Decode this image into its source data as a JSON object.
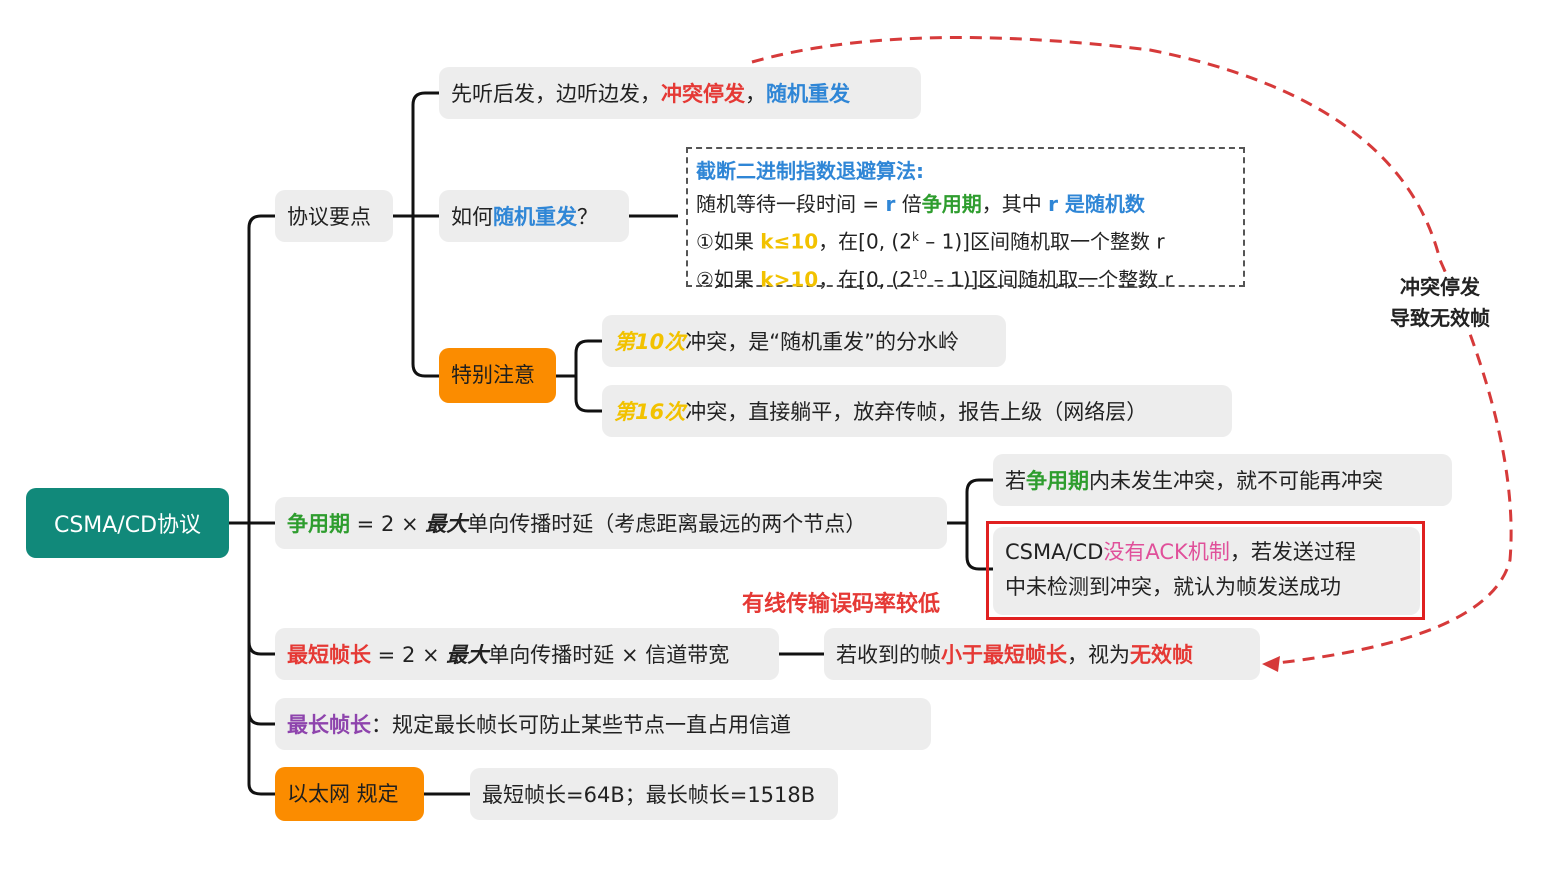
{
  "root": {
    "label": "CSMA/CD协议"
  },
  "protocol_points": {
    "label": "协议要点",
    "first": {
      "a": "先听后发，边听边发，",
      "b": "冲突停发",
      "c": "，",
      "d": "随机重发"
    },
    "how": {
      "a": "如何",
      "b": "随机重发",
      "c": "？"
    },
    "backoff": {
      "title": "截断二进制指数退避算法:",
      "l1a": "随机等待一段时间 = ",
      "l1b": "r",
      "l1c": " 倍",
      "l1d": "争用期",
      "l1e": "，其中 ",
      "l1f": "r",
      "l1g": " 是随机数",
      "l2a": "①如果 ",
      "l2b": "k≤10",
      "l2c": "，在[0, (2",
      "l2sup": "k",
      "l2d": " – 1)]区间随机取一个整数 r",
      "l3a": "②如果 ",
      "l3b": "k>10",
      "l3c": "，在[0, (2",
      "l3sup": "10",
      "l3d": " – 1)]区间随机取一个整数 r"
    },
    "special": {
      "label": "特别注意",
      "s1a": "第10次",
      "s1b": "冲突，是“随机重发”的分水岭",
      "s2a": "第16次",
      "s2b": "冲突，直接躺平，放弃传帧，报告上级（网络层）"
    }
  },
  "contention": {
    "a": "争用期",
    "b": " = 2 × ",
    "c": "最大",
    "d": "单向传播时延（考虑距离最远的两个节点）",
    "c1a": "若",
    "c1b": "争用期",
    "c1c": "内未发生冲突，就不可能再冲突",
    "c2a": "CSMA/CD",
    "c2b": "没有ACK机制",
    "c2c": "，若发送过程",
    "c2d": "中未检测到冲突，就认为帧发送成功",
    "note": "有线传输误码率较低"
  },
  "min_frame": {
    "a": "最短帧长",
    "b": " = 2 × ",
    "c": "最大",
    "d": "单向传播时延 × 信道带宽",
    "r1": "若收到的帧",
    "r2": "小于最短帧长",
    "r3": "，视为",
    "r4": "无效帧"
  },
  "max_frame": {
    "a": "最长帧长",
    "b": "：规定最长帧长可防止某些节点一直占用信道"
  },
  "ethernet": {
    "label": "以太网 规定",
    "value": "最短帧长=64B；最长帧长=1518B"
  },
  "side_note": {
    "l1": "冲突停发",
    "l2": "导致无效帧"
  },
  "colors": {
    "root": "#11897a",
    "orange": "#fb8c00",
    "node_bg": "#ededed",
    "highlight_box": "#e02020"
  }
}
